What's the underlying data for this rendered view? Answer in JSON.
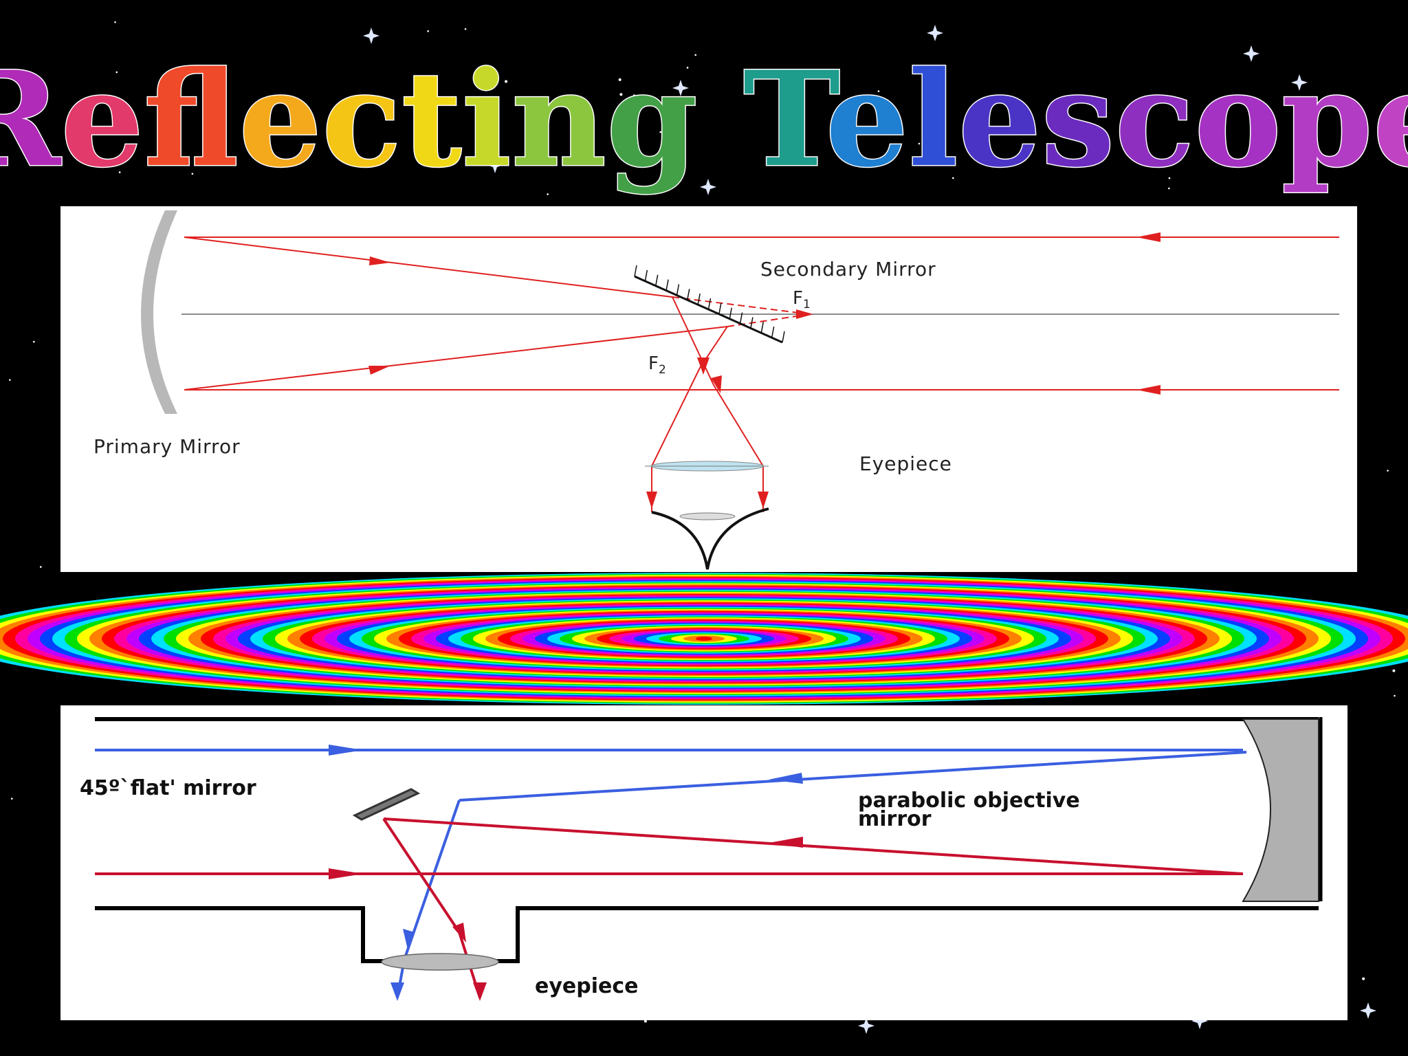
{
  "slide": {
    "title": "Reflecting Telescope",
    "title_colors": [
      "#b02bb8",
      "#e23a6a",
      "#ef4a2a",
      "#f07b1d",
      "#f4a91c",
      "#f5c515",
      "#f0d816",
      "#c6d92a",
      "#8cc63f",
      "#43a047",
      "#1e9c8c",
      "#1f7fd0",
      "#2f4fd6",
      "#4a34c6",
      "#6b2bbf",
      "#8e2fc0",
      "#a532c2",
      "#b33cc4",
      "#c043c4",
      "#b03ec0"
    ],
    "top_diagram": {
      "labels": {
        "secondary_mirror": "Secondary Mirror",
        "f1": "F",
        "f1_sub": "1",
        "f2": "F",
        "f2_sub": "2",
        "primary_mirror": "Primary Mirror",
        "eyepiece": "Eyepiece"
      },
      "colors": {
        "ray": "#e02020",
        "mirror": "#b8b8b8",
        "axis": "#555555",
        "lens": "#bfe3f0"
      }
    },
    "bottom_diagram": {
      "labels": {
        "flat_mirror": "45º`flat' mirror",
        "parabolic_line1": "parabolic objective",
        "parabolic_line2": "mirror",
        "eyepiece": "eyepiece"
      },
      "colors": {
        "blue_ray": "#3a5fe0",
        "red_ray": "#c8102e",
        "tube": "#000000",
        "mirror": "#b0b0b0"
      }
    }
  }
}
